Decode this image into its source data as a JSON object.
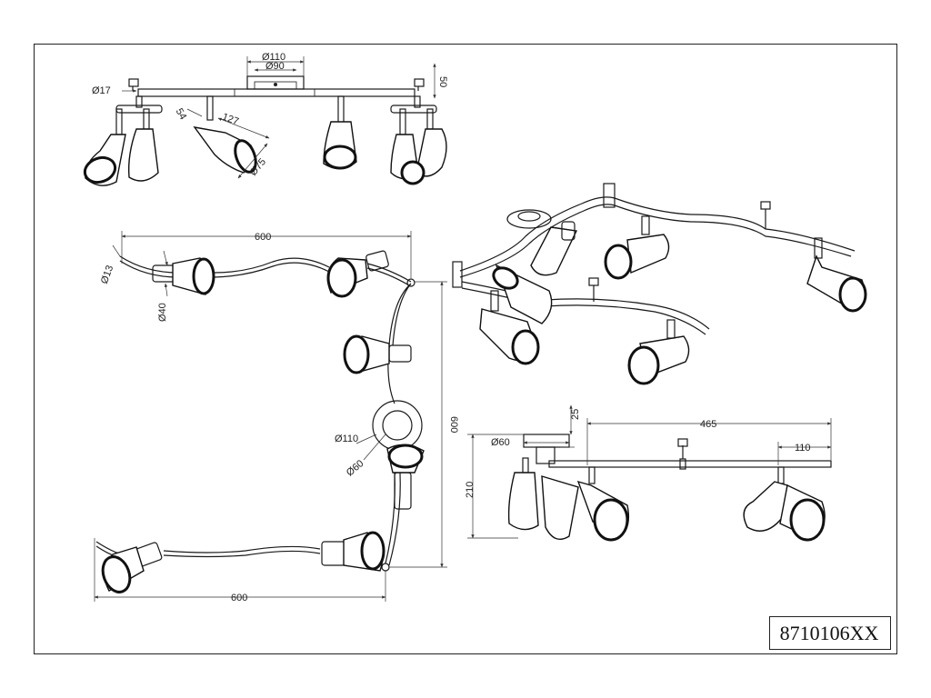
{
  "article_number": "8710106XX",
  "views": {
    "front": {
      "dims": {
        "d110": "Ø110",
        "d90": "Ø90",
        "d17": "Ø17",
        "h50": "50",
        "a54": "54",
        "a127": "127",
        "d75": "Ø75"
      }
    },
    "top": {
      "dims": {
        "w600_top": "600",
        "d13": "Ø13",
        "d40": "Ø40",
        "h600": "600",
        "d110": "Ø110",
        "d60": "Ø60",
        "w600_bottom": "600"
      }
    },
    "side": {
      "dims": {
        "h25": "25",
        "w465": "465",
        "d60": "Ø60",
        "w110": "110",
        "h210": "210"
      }
    }
  }
}
